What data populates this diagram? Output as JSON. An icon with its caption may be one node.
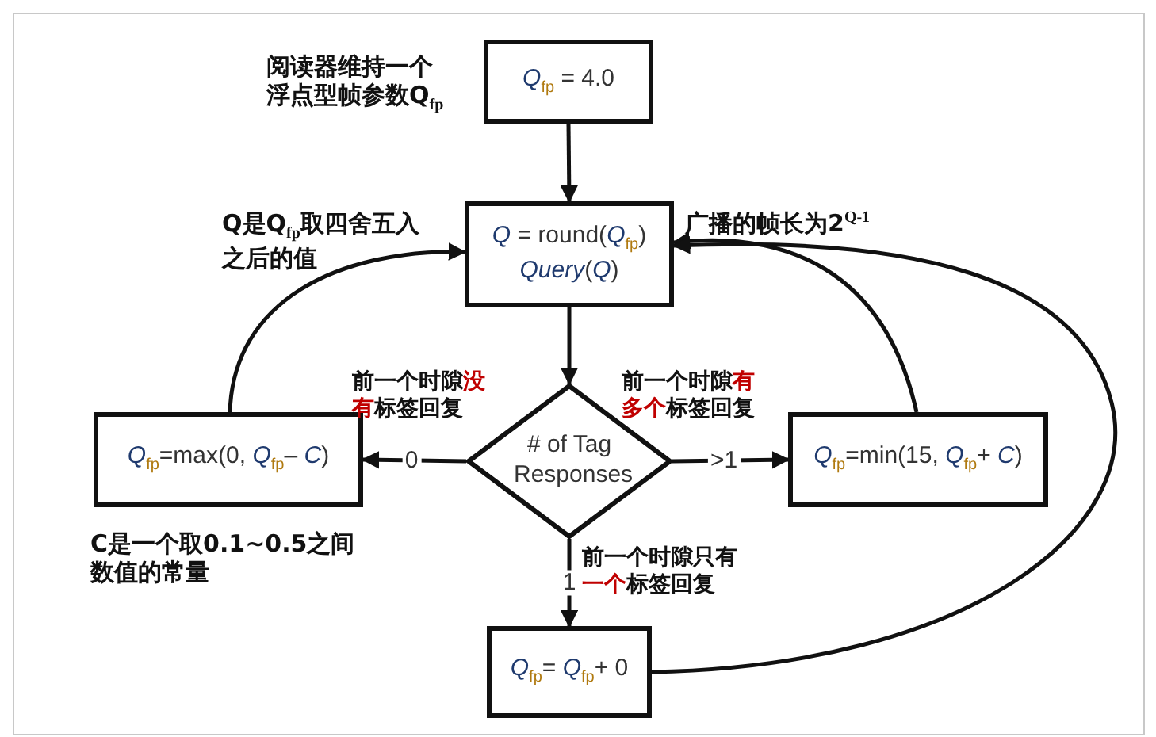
{
  "diagram": {
    "nodes": [
      {
        "text": [
          "*Q*$_{fp}$ = 4.0"
        ],
        "beside": [
          "阅读器维持一个浮点型帧参数Q$_{fp}$"
        ]
      },
      {
        "text": [
          "*Q* = round(*Q*$_{fp}$)",
          "*Query*(*Q*)"
        ],
        "beside": [
          "Q是Q$_{fp}$取四舍五入之后的值",
          "广播的帧长为2$^{Q-1}$"
        ]
      },
      {
        "text": [
          "# of Tag Responses"
        ]
      },
      {
        "text": [
          "*Q*$_{fp}$=max(0, *Q*$_{fp}$– *C*)"
        ],
        "beside": [
          "C是一个取0.1~0.5之间数值的常量"
        ]
      },
      {
        "text": [
          "*Q*$_{fp}$=min(15, *Q*$_{fp}$+ *C*)"
        ]
      },
      {
        "text": [
          "*Q*$_{fp}$= *Q*$_{fp}$+ 0"
        ]
      }
    ],
    "edges": [
      {
        "from": 0,
        "to": 1,
        "arrow": "to"
      },
      {
        "from": 1,
        "to": 2,
        "arrow": "to"
      },
      {
        "from": 2,
        "to": 3,
        "arrow": "to",
        "label": "0"
      },
      {
        "from": 2,
        "to": 4,
        "arrow": "to",
        "label": ">1"
      },
      {
        "from": 2,
        "to": 5,
        "arrow": "to",
        "label": "1"
      },
      {
        "from": 3,
        "to": 1,
        "arrow": "to"
      },
      {
        "from": 4,
        "to": 1,
        "arrow": "to"
      },
      {
        "from": 5,
        "to": 1,
        "arrow": "to"
      }
    ],
    "labels": [
      "前一个时隙**没有**标签回复",
      "前一个时隙**有多个**标签回复",
      "前一个时隙只有**一个**标签回复"
    ]
  }
}
